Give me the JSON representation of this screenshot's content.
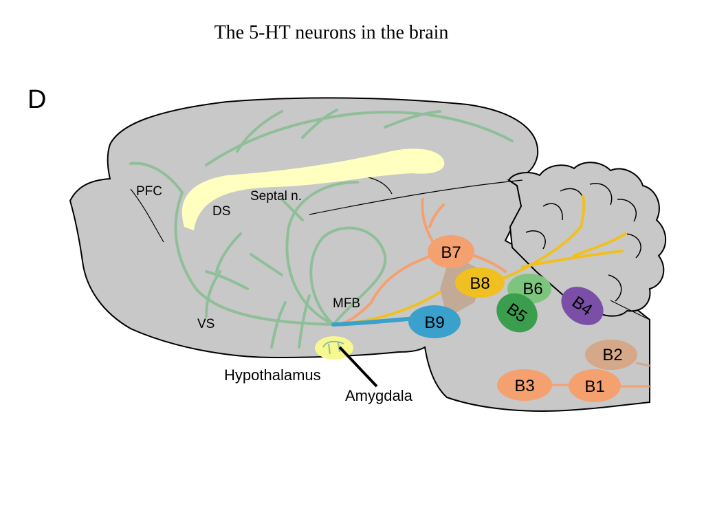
{
  "title": "The 5-HT neurons in the brain",
  "panel_letter": "D",
  "colors": {
    "brain_fill": "#c8c8c8",
    "outline": "#000000",
    "serotonin_fibers": "#8fbf99",
    "white_matter": "#ffffc0",
    "b1_b2_b3_b7": "#f5a06f",
    "b2": "#d4a888",
    "b4": "#7b4fa8",
    "b5": "#3a9e4e",
    "b6": "#7dc47e",
    "b8": "#f0c020",
    "b9": "#3aa0cc",
    "hypothalamus": "#f8f890"
  },
  "regions": {
    "pfc": "PFC",
    "ds": "DS",
    "septal": "Septal n.",
    "vs": "VS",
    "mfb": "MFB",
    "hypothalamus": "Hypothalamus",
    "amygdala": "Amygdala"
  },
  "nuclei": {
    "b1": "B1",
    "b2": "B2",
    "b3": "B3",
    "b4": "B4",
    "b5": "B5",
    "b6": "B6",
    "b7": "B7",
    "b8": "B8",
    "b9": "B9"
  }
}
